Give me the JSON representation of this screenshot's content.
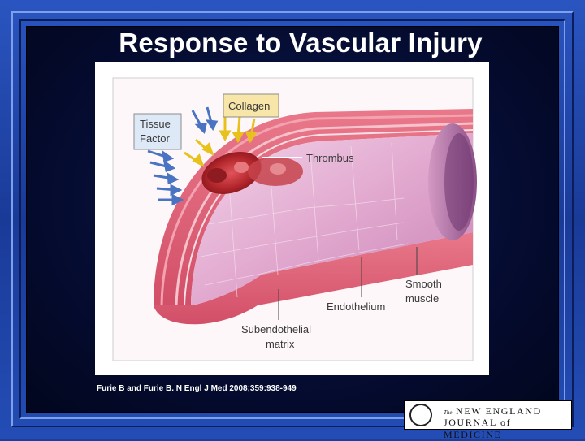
{
  "slide": {
    "title": "Response to Vascular Injury",
    "citation": "Furie B and Furie B. N Engl J Med 2008;359:938-949"
  },
  "diagram": {
    "labels": {
      "collagen": "Collagen",
      "tissue_factor_line1": "Tissue",
      "tissue_factor_line2": "Factor",
      "thrombus": "Thrombus",
      "smooth_muscle_line1": "Smooth",
      "smooth_muscle_line2": "muscle",
      "endothelium": "Endothelium",
      "subendothelial_line1": "Subendothelial",
      "subendothelial_line2": "matrix"
    },
    "colors": {
      "collagen_box": "#f7e6a8",
      "tissue_factor_box": "#dde9f7",
      "vessel_outer": "#e2657a",
      "vessel_lumen": "#e8b7d8",
      "thrombus": "#b3262c"
    }
  },
  "logo": {
    "line1_prefix": "The",
    "line1": "NEW ENGLAND",
    "line2": "JOURNAL of MEDICINE"
  }
}
